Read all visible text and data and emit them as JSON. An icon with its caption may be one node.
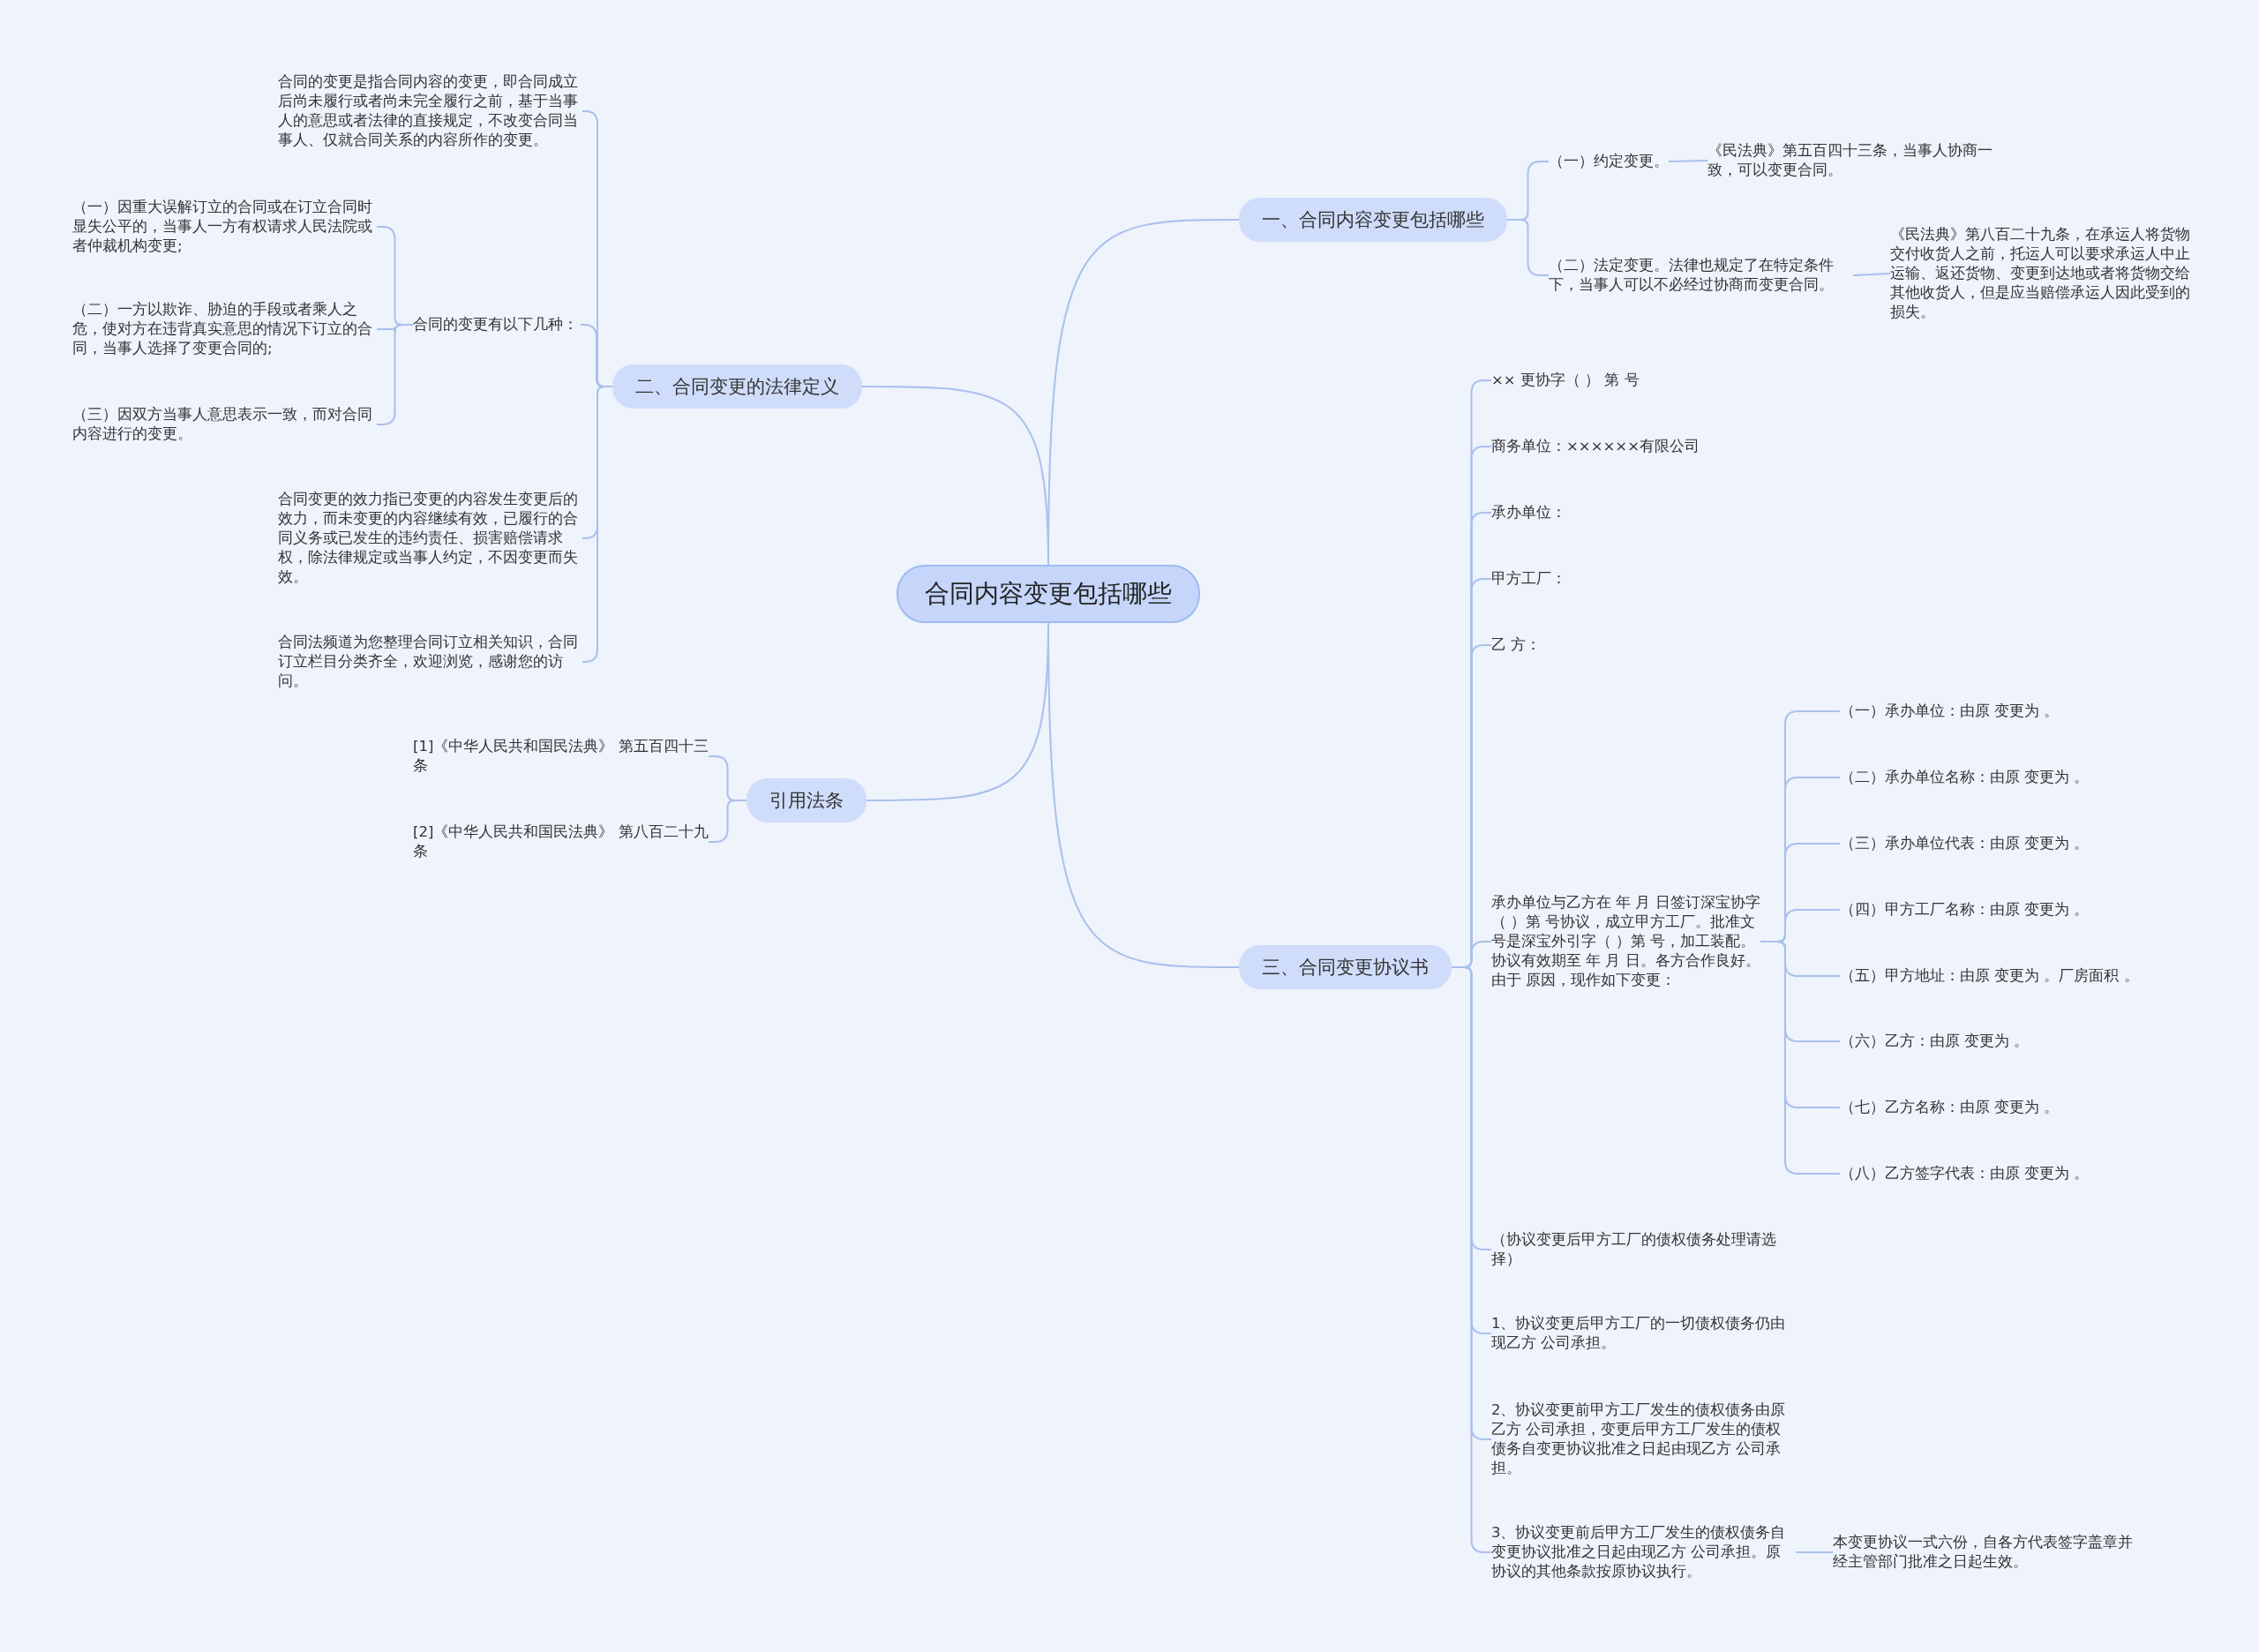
{
  "diagram": {
    "nodes": [
      {
        "text": [
          "合同内容变更包括哪些"
        ]
      },
      {
        "text": [
          "一、合同内容变更包括哪些"
        ]
      },
      {
        "text": [
          "（一）约定变更。"
        ]
      },
      {
        "text": [
          "《民法典》第五百四十三条，当事人协商一致，可以变更合同。"
        ]
      },
      {
        "text": [
          "（二）法定变更。法律也规定了在特定条件下，当事人可以不必经过协商而变更合同。"
        ]
      },
      {
        "text": [
          "《民法典》第八百二十九条，在承运人将货物交付收货人之前，托运人可以要求承运人中止运输、返还货物、变更到达地或者将货物交给其他收货人，但是应当赔偿承运人因此受到的损失。"
        ]
      },
      {
        "text": [
          "二、合同变更的法律定义"
        ]
      },
      {
        "text": [
          "合同的变更是指合同内容的变更，即合同成立后尚未履行或者尚未完全履行之前，基于当事人的意思或者法律的直接规定，不改变合同当事人、仅就合同关系的内容所作的变更。"
        ]
      },
      {
        "text": [
          "合同的变更有以下几种："
        ]
      },
      {
        "text": [
          "（一）因重大误解订立的合同或在订立合同时显失公平的，当事人一方有权请求人民法院或者仲裁机构变更;"
        ]
      },
      {
        "text": [
          "（二）一方以欺诈、胁迫的手段或者乘人之危，使对方在违背真实意思的情况下订立的合同，当事人选择了变更合同的;"
        ]
      },
      {
        "text": [
          "（三）因双方当事人意思表示一致，而对合同内容进行的变更。"
        ]
      },
      {
        "text": [
          "合同变更的效力指已变更的内容发生变更后的效力，而未变更的内容继续有效，已履行的合同义务或已发生的违约责任、损害赔偿请求权，除法律规定或当事人约定，不因变更而失效。"
        ]
      },
      {
        "text": [
          "合同法频道为您整理合同订立相关知识，合同订立栏目分类齐全，欢迎浏览，感谢您的访问。"
        ]
      },
      {
        "text": [
          "引用法条"
        ]
      },
      {
        "text": [
          "[1]《中华人民共和国民法典》 第五百四十三条"
        ]
      },
      {
        "text": [
          "[2]《中华人民共和国民法典》 第八百二十九条"
        ]
      },
      {
        "text": [
          "三、合同变更协议书"
        ]
      },
      {
        "text": [
          "×× 更协字（ ） 第 号"
        ]
      },
      {
        "text": [
          "商务单位：××××××有限公司"
        ]
      },
      {
        "text": [
          "承办单位："
        ]
      },
      {
        "text": [
          "甲方工厂："
        ]
      },
      {
        "text": [
          "乙 方："
        ]
      },
      {
        "text": [
          "承办单位与乙方在 年 月 日签订深宝协字（ ）第 号协议，成立甲方工厂。批准文号是深宝外引字（ ）第 号，加工装配。协议有效期至 年 月 日。各方合作良好。由于 原因，现作如下变更："
        ]
      },
      {
        "text": [
          "（一）承办单位：由原 变更为 。"
        ]
      },
      {
        "text": [
          "（二）承办单位名称：由原 变更为 。"
        ]
      },
      {
        "text": [
          "（三）承办单位代表：由原 变更为 。"
        ]
      },
      {
        "text": [
          "（四）甲方工厂名称：由原 变更为 。"
        ]
      },
      {
        "text": [
          "（五）甲方地址：由原 变更为 。厂房面积 。"
        ]
      },
      {
        "text": [
          "（六）乙方：由原 变更为 。"
        ]
      },
      {
        "text": [
          "（七）乙方名称：由原 变更为 。"
        ]
      },
      {
        "text": [
          "（八）乙方签字代表：由原 变更为 。"
        ]
      },
      {
        "text": [
          "（协议变更后甲方工厂的债权债务处理请选择）"
        ]
      },
      {
        "text": [
          "1、协议变更后甲方工厂的一切债权债务仍由现乙方 公司承担。"
        ]
      },
      {
        "text": [
          "2、协议变更前甲方工厂发生的债权债务由原乙方 公司承担，变更后甲方工厂发生的债权债务自变更协议批准之日起由现乙方 公司承担。"
        ]
      },
      {
        "text": [
          "3、协议变更前后甲方工厂发生的债权债务自变更协议批准之日起由现乙方 公司承担。原协议的其他条款按原协议执行。"
        ]
      },
      {
        "text": [
          "本变更协议一式六份，自各方代表签字盖章并经主管部门批准之日起生效。"
        ]
      }
    ],
    "edges": [
      {
        "from": 0,
        "to": 1,
        "arrow": "none"
      },
      {
        "from": 1,
        "to": 2,
        "arrow": "none"
      },
      {
        "from": 2,
        "to": 3,
        "arrow": "none"
      },
      {
        "from": 1,
        "to": 4,
        "arrow": "none"
      },
      {
        "from": 4,
        "to": 5,
        "arrow": "none"
      },
      {
        "from": 0,
        "to": 6,
        "arrow": "none"
      },
      {
        "from": 6,
        "to": 7,
        "arrow": "none"
      },
      {
        "from": 6,
        "to": 8,
        "arrow": "none"
      },
      {
        "from": 8,
        "to": 9,
        "arrow": "none"
      },
      {
        "from": 8,
        "to": 10,
        "arrow": "none"
      },
      {
        "from": 8,
        "to": 11,
        "arrow": "none"
      },
      {
        "from": 6,
        "to": 12,
        "arrow": "none"
      },
      {
        "from": 6,
        "to": 13,
        "arrow": "none"
      },
      {
        "from": 0,
        "to": 14,
        "arrow": "none"
      },
      {
        "from": 14,
        "to": 15,
        "arrow": "none"
      },
      {
        "from": 14,
        "to": 16,
        "arrow": "none"
      },
      {
        "from": 0,
        "to": 17,
        "arrow": "none"
      },
      {
        "from": 17,
        "to": 18,
        "arrow": "none"
      },
      {
        "from": 17,
        "to": 19,
        "arrow": "none"
      },
      {
        "from": 17,
        "to": 20,
        "arrow": "none"
      },
      {
        "from": 17,
        "to": 21,
        "arrow": "none"
      },
      {
        "from": 17,
        "to": 22,
        "arrow": "none"
      },
      {
        "from": 17,
        "to": 23,
        "arrow": "none"
      },
      {
        "from": 23,
        "to": 24,
        "arrow": "none"
      },
      {
        "from": 23,
        "to": 25,
        "arrow": "none"
      },
      {
        "from": 23,
        "to": 26,
        "arrow": "none"
      },
      {
        "from": 23,
        "to": 27,
        "arrow": "none"
      },
      {
        "from": 23,
        "to": 28,
        "arrow": "none"
      },
      {
        "from": 23,
        "to": 29,
        "arrow": "none"
      },
      {
        "from": 23,
        "to": 30,
        "arrow": "none"
      },
      {
        "from": 23,
        "to": 31,
        "arrow": "none"
      },
      {
        "from": 17,
        "to": 32,
        "arrow": "none"
      },
      {
        "from": 17,
        "to": 33,
        "arrow": "none"
      },
      {
        "from": 17,
        "to": 34,
        "arrow": "none"
      },
      {
        "from": 17,
        "to": 35,
        "arrow": "none"
      },
      {
        "from": 35,
        "to": 36,
        "arrow": "none"
      }
    ]
  }
}
